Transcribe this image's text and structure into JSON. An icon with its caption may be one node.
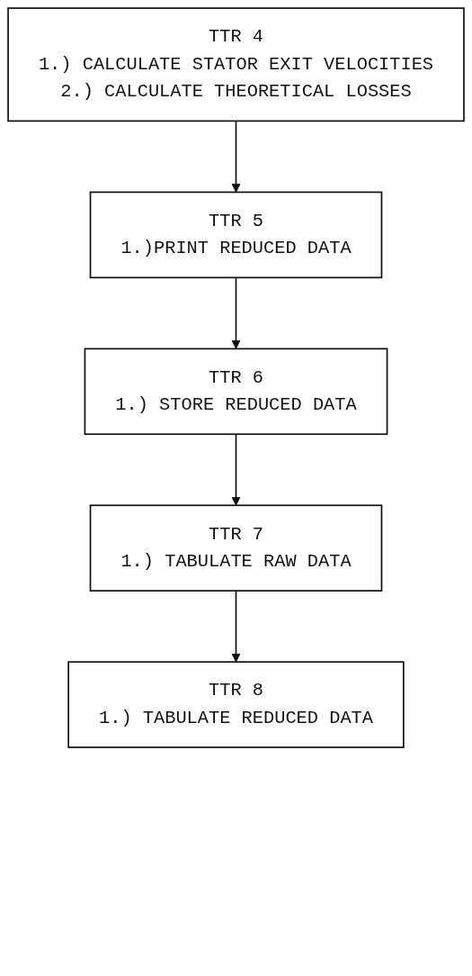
{
  "diagram": {
    "nodes": [
      {
        "text": [
          "TTR 4",
          "1.) CALCULATE STATOR EXIT VELOCITIES",
          "2.) CALCULATE THEORETICAL LOSSES"
        ]
      },
      {
        "text": [
          "TTR 5",
          "1.)PRINT REDUCED DATA"
        ]
      },
      {
        "text": [
          "TTR 6",
          "1.) STORE REDUCED DATA"
        ]
      },
      {
        "text": [
          "TTR 7",
          "1.) TABULATE RAW DATA"
        ]
      },
      {
        "text": [
          "TTR 8",
          "1.) TABULATE REDUCED DATA"
        ]
      }
    ],
    "edges": [
      {
        "from": 0,
        "to": 1,
        "arrow": "to"
      },
      {
        "from": 1,
        "to": 2,
        "arrow": "to"
      },
      {
        "from": 2,
        "to": 3,
        "arrow": "to"
      },
      {
        "from": 3,
        "to": 4,
        "arrow": "to"
      }
    ]
  }
}
